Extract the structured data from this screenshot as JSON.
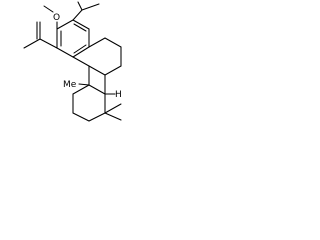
{
  "molecule": {
    "atoms": {
      "oxygen": "O",
      "methyl_c4a": "Me",
      "h_8a": "H"
    }
  }
}
